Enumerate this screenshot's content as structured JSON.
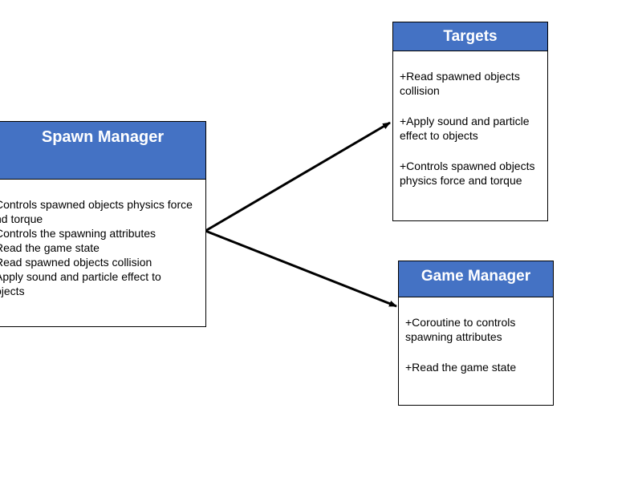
{
  "spawn_manager": {
    "title": "Spawn Manager",
    "lines": [
      "Controls spawned objects physics force",
      "nd torque",
      "Controls the spawning attributes",
      "Read the game state",
      "Read spawned objects collision",
      "Apply sound and particle effect to",
      "ojects"
    ]
  },
  "targets": {
    "title": "Targets",
    "items": [
      [
        "+Read spawned objects",
        "collision"
      ],
      [
        "+Apply sound and particle",
        "effect to objects"
      ],
      [
        "+Controls spawned objects",
        "physics force and torque"
      ]
    ]
  },
  "game_manager": {
    "title": "Game Manager",
    "items": [
      [
        "+Coroutine to controls",
        "spawning attributes"
      ],
      [
        "+Read the game state"
      ]
    ]
  },
  "colors": {
    "header_fill": "#4472c4",
    "header_text": "#ffffff",
    "border": "#000000",
    "arrow": "#000000"
  }
}
